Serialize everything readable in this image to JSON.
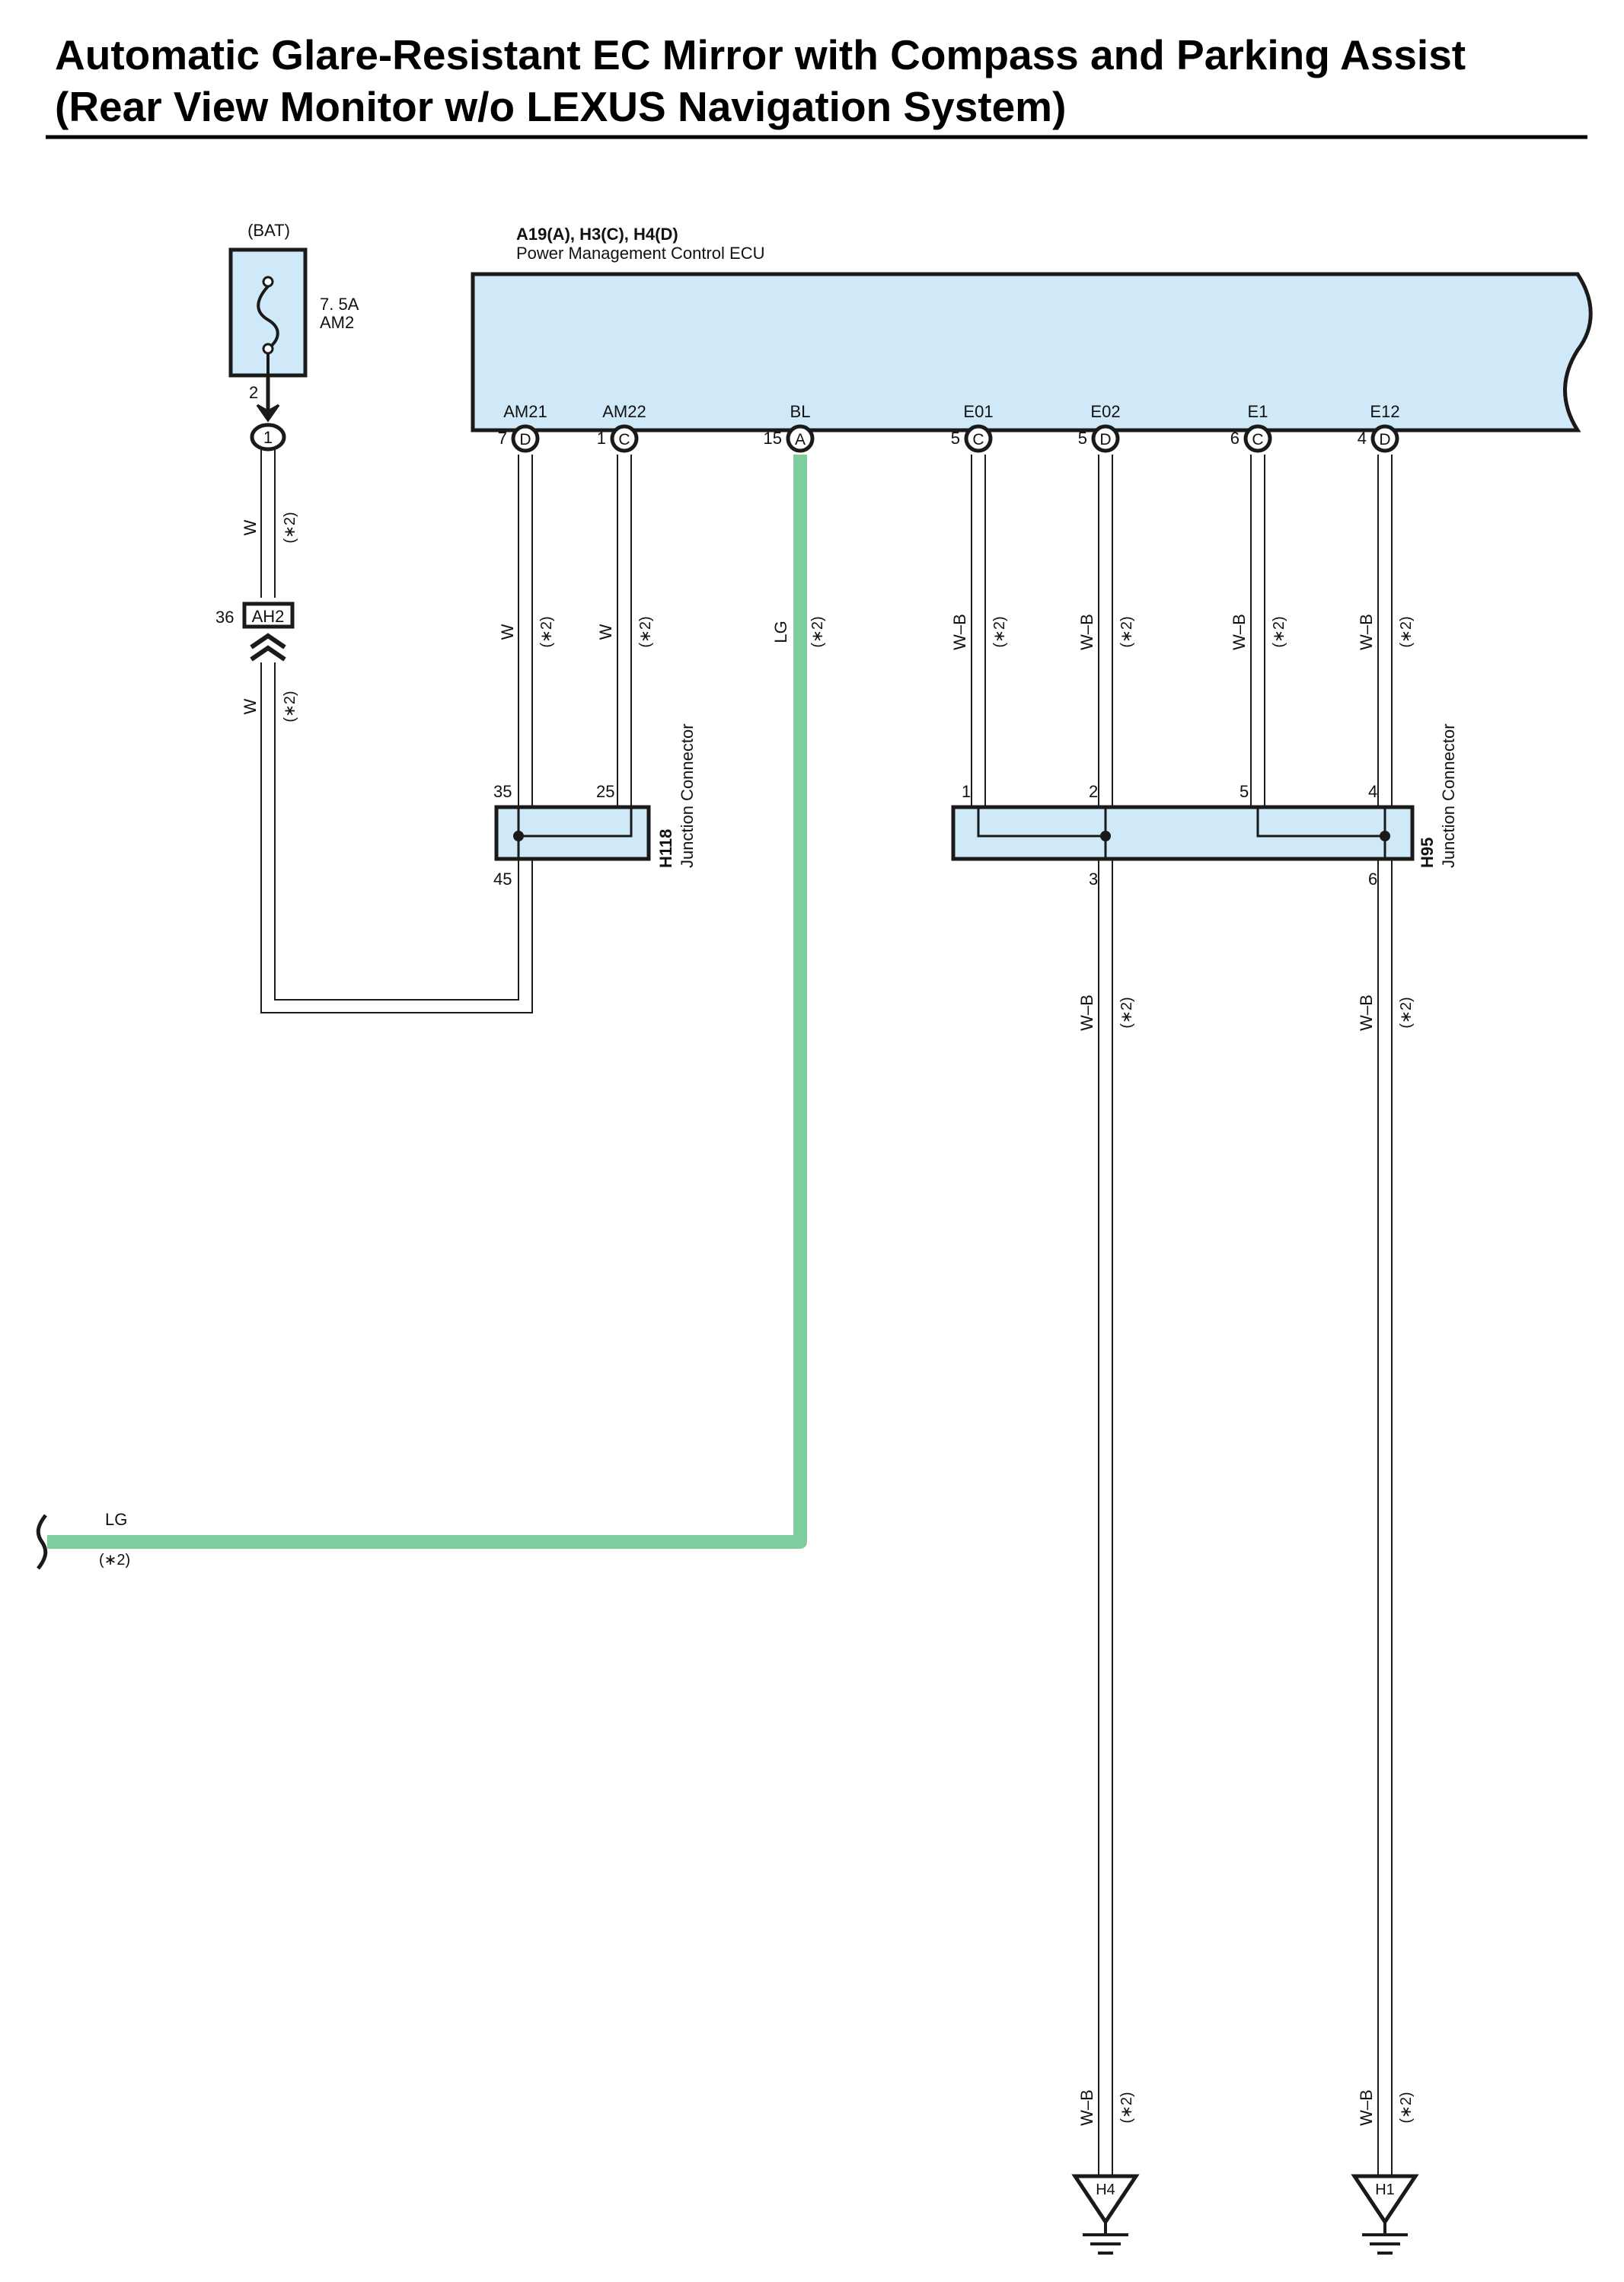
{
  "title": {
    "line1": "Automatic Glare-Resistant EC Mirror with Compass and Parking Assist",
    "line2": "(Rear View Monitor w/o LEXUS Navigation System)"
  },
  "fuse": {
    "source": "(BAT)",
    "rating": "7. 5A",
    "name": "AM2",
    "pin": "2",
    "connector_pin": "1"
  },
  "ah2": {
    "label": "AH2",
    "pin": "36"
  },
  "ecu": {
    "code": "A19(A), H3(C), H4(D)",
    "name": "Power Management Control ECU",
    "terminals": [
      {
        "name": "AM21",
        "pin": "7",
        "letter": "D"
      },
      {
        "name": "AM22",
        "pin": "1",
        "letter": "C"
      },
      {
        "name": "BL",
        "pin": "15",
        "letter": "A"
      },
      {
        "name": "E01",
        "pin": "5",
        "letter": "C"
      },
      {
        "name": "E02",
        "pin": "5",
        "letter": "D"
      },
      {
        "name": "E1",
        "pin": "6",
        "letter": "C"
      },
      {
        "name": "E12",
        "pin": "4",
        "letter": "D"
      }
    ]
  },
  "h118": {
    "code": "H118",
    "name": "Junction Connector",
    "pins": [
      "35",
      "25",
      "45"
    ]
  },
  "h95": {
    "code": "H95",
    "name": "Junction Connector",
    "pins": [
      "1",
      "2",
      "5",
      "4",
      "3",
      "6"
    ]
  },
  "wires": {
    "w": "W",
    "lg": "LG",
    "wb": "W–B",
    "note": "(∗2)"
  },
  "lg_left": {
    "color_label": "LG",
    "note": "(∗2)"
  },
  "grounds": [
    {
      "label": "H4"
    },
    {
      "label": "H1"
    }
  ],
  "colors": {
    "lg_wire": "#7fcc9e",
    "fill": "#cfe9f8",
    "line": "#1a1a1a"
  }
}
